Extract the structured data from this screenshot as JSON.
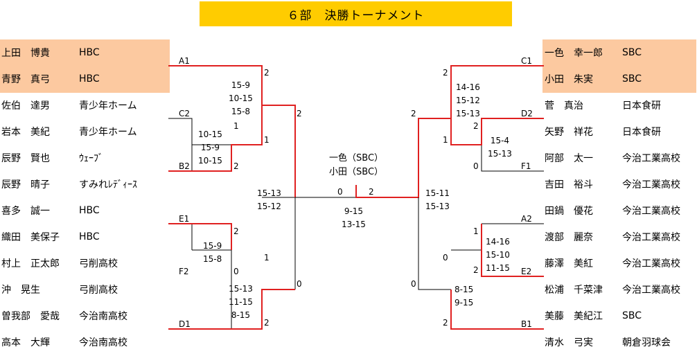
{
  "title": "６部　決勝トーナメント",
  "left_players": [
    {
      "name": "上田　博貴",
      "team": "HBC"
    },
    {
      "name": "青野　真弓",
      "team": "HBC"
    },
    {
      "name": "佐伯　達男",
      "team": "青少年ホーム"
    },
    {
      "name": "岩本　美紀",
      "team": "青少年ホーム"
    },
    {
      "name": "辰野　賢也",
      "team": "ｳｪｰﾌﾞ"
    },
    {
      "name": "辰野　晴子",
      "team": "すみれﾚﾃﾞｨｰｽ"
    },
    {
      "name": "喜多　誠一",
      "team": "HBC"
    },
    {
      "name": "織田　美保子",
      "team": "HBC"
    },
    {
      "name": "村上　正太郎",
      "team": "弓削高校"
    },
    {
      "name": "沖　晃生",
      "team": "弓削高校"
    },
    {
      "name": "曽我部　愛哉",
      "team": "今治南高校"
    },
    {
      "name": "高本　大輝",
      "team": "今治南高校"
    }
  ],
  "right_players": [
    {
      "name": "一色　幸一郎",
      "team": "SBC"
    },
    {
      "name": "小田　朱実",
      "team": "SBC"
    },
    {
      "name": "菅　真治",
      "team": "日本食研"
    },
    {
      "name": "矢野　祥花",
      "team": "日本食研"
    },
    {
      "name": "阿部　太一",
      "team": "今治工業高校"
    },
    {
      "name": "吉田　裕斗",
      "team": "今治工業高校"
    },
    {
      "name": "田鍋　優花",
      "team": "今治工業高校"
    },
    {
      "name": "渡部　麗奈",
      "team": "今治工業高校"
    },
    {
      "name": "藤澤　美紅",
      "team": "今治工業高校"
    },
    {
      "name": "松浦　千菜津",
      "team": "今治工業高校"
    },
    {
      "name": "美藤　美紀江",
      "team": "SBC"
    },
    {
      "name": "清水　弓実",
      "team": "朝倉羽球会"
    }
  ],
  "slots": {
    "A1": "A1",
    "C2": "C2",
    "B2": "B2",
    "E1": "E1",
    "F2": "F2",
    "D1": "D1",
    "C1": "C1",
    "D2": "D2",
    "F1": "F1",
    "A2": "A2",
    "E2": "E2",
    "B1": "B1"
  },
  "set_counts": {
    "a1": "2",
    "c2_b2_top": "1",
    "c2_b2_bottom": "2",
    "qf_left_top": "1",
    "e1": "2",
    "f2": "0",
    "e1_f2_winner": "1",
    "d1": "2",
    "sf_left_top": "2",
    "sf_left_bottom": "0",
    "final_left": "0",
    "final_right": "2",
    "c1": "2",
    "d2": "2",
    "f1": "0",
    "d2_f1_winner": "1",
    "sf_right_top": "2",
    "a2": "1",
    "e2": "2",
    "a2_e2_winner": "0",
    "b1": "2",
    "sf_right_bottom": "0"
  },
  "scores": {
    "left_qf1": [
      "15-9",
      "10-15",
      "15-8"
    ],
    "left_r1": [
      "10-15",
      "15-9",
      "10-15"
    ],
    "left_r1b": [
      "15-9",
      "15-8"
    ],
    "left_qf2": [
      "15-13",
      "11-15",
      "8-15"
    ],
    "left_sf": [
      "15-13",
      "15-12"
    ],
    "final": [
      "9-15",
      "13-15"
    ],
    "right_sf": [
      "15-11",
      "15-13"
    ],
    "right_qf1": [
      "14-16",
      "15-12",
      "15-13"
    ],
    "right_r1": [
      "15-4",
      "15-13"
    ],
    "right_r1b": [
      "14-16",
      "15-10",
      "11-15"
    ],
    "right_qf2": [
      "8-15",
      "9-15"
    ]
  },
  "champion": [
    "一色（SBC）",
    "小田（SBC）"
  ],
  "colors": {
    "title_bg": "#ffcc00",
    "highlight": "#fcc9a0",
    "win_line": "#e02020",
    "line": "#000000"
  }
}
